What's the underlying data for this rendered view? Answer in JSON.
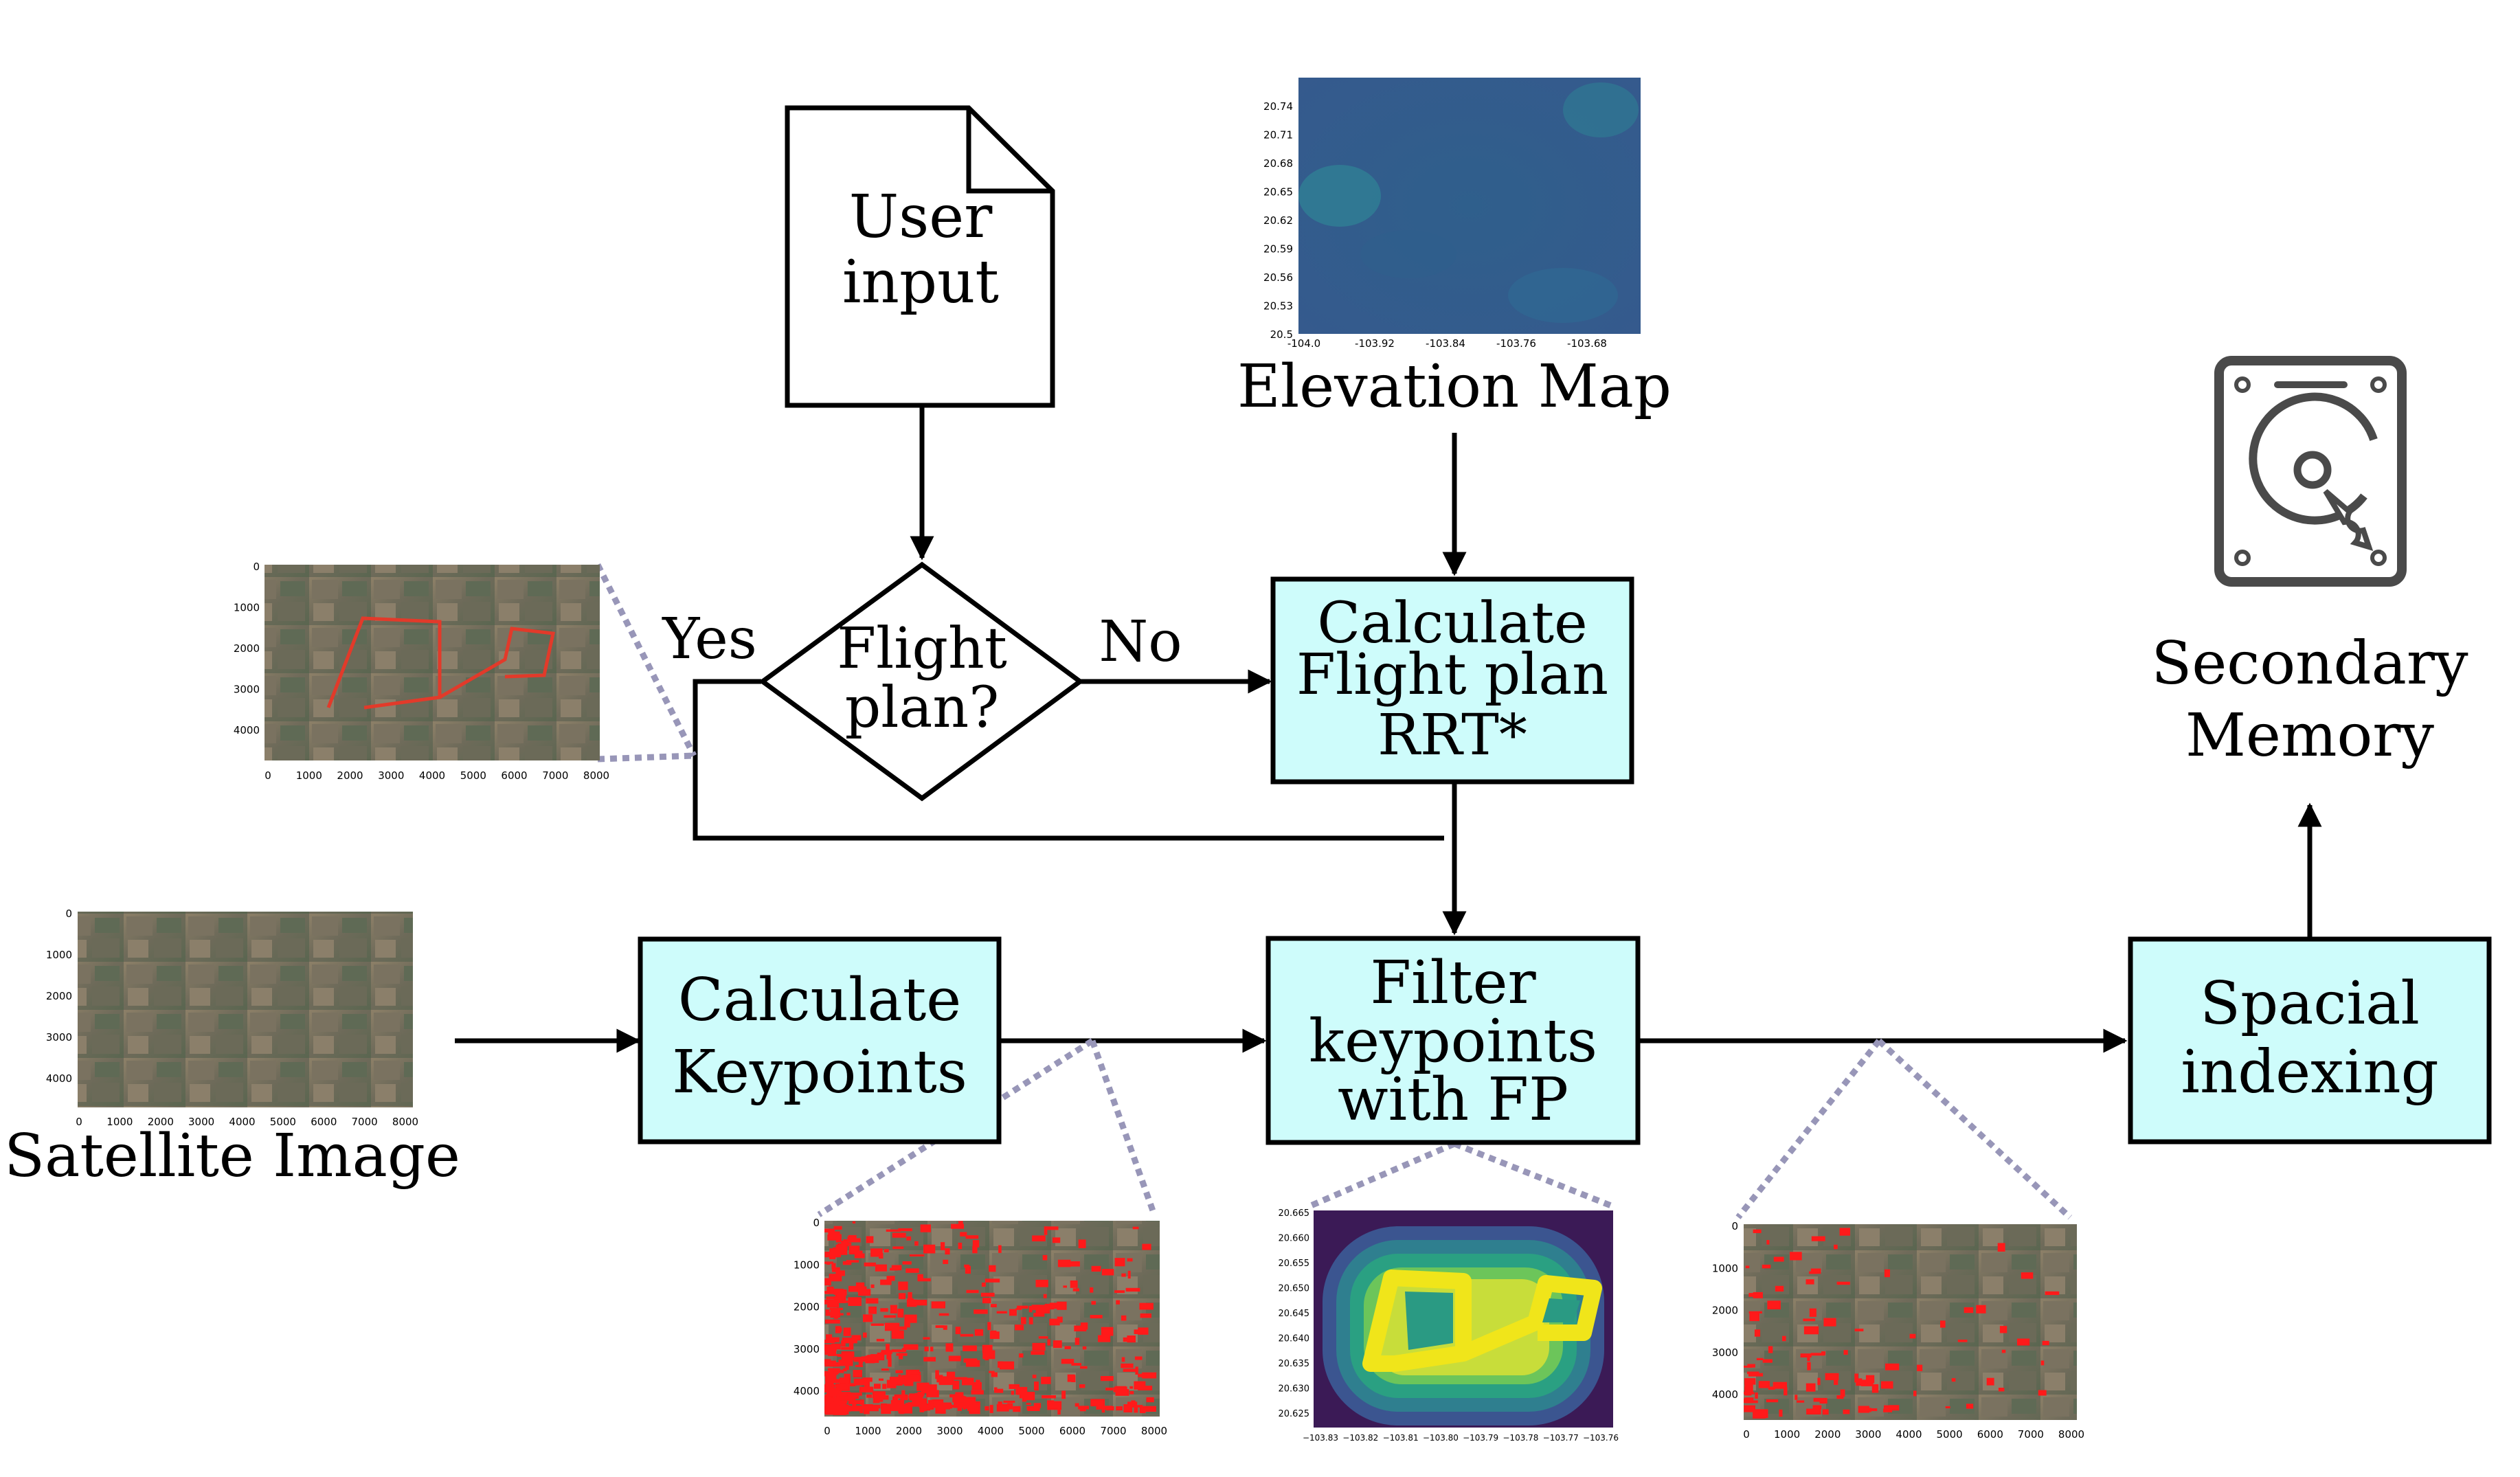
{
  "nodes": {
    "user_input": [
      "User",
      "input"
    ],
    "decision": [
      "Flight",
      "plan?"
    ],
    "calc_fp": [
      "Calculate",
      "Flight plan",
      "RRT*"
    ],
    "calc_kp": [
      "Calculate",
      "Keypoints"
    ],
    "filter_kp": [
      "Filter",
      "keypoints",
      "with FP"
    ],
    "spacial": [
      "Spacial",
      "indexing"
    ],
    "secondary": [
      "Secondary",
      "Memory"
    ]
  },
  "edges": {
    "yes": "Yes",
    "no": "No"
  },
  "captions": {
    "elevation": "Elevation Map",
    "satellite": "Satellite Image"
  },
  "thumb_axes": {
    "elev_y": [
      "20.74",
      "20.71",
      "20.68",
      "20.65",
      "20.62",
      "20.59",
      "20.56",
      "20.53",
      "20.5"
    ],
    "elev_x": [
      "-104.0",
      "-103.92",
      "-103.84",
      "-103.76",
      "-103.68"
    ],
    "sat_y": [
      "0",
      "1000",
      "2000",
      "3000",
      "4000"
    ],
    "sat_x": [
      "0",
      "1000",
      "2000",
      "3000",
      "4000",
      "5000",
      "6000",
      "7000",
      "8000"
    ],
    "sat_x_last": [
      "0",
      "1000",
      "2000",
      "3000",
      "4000",
      "5000",
      "6000",
      "7000",
      "8000"
    ],
    "fp_y": [
      "20.665",
      "20.660",
      "20.655",
      "20.650",
      "20.645",
      "20.640",
      "20.635",
      "20.630",
      "20.625"
    ],
    "fp_x": [
      "−103.83",
      "−103.82",
      "−103.81",
      "−103.80",
      "−103.79",
      "−103.78",
      "−103.77",
      "−103.76"
    ]
  },
  "colors": {
    "process_fill": "#cefcfb",
    "zoom_line": "#9896b8",
    "keypoint_red": "#ff1a1a",
    "disk": "#4a4a4a"
  },
  "icons": {
    "secondary_memory": "hard-drive-icon"
  }
}
